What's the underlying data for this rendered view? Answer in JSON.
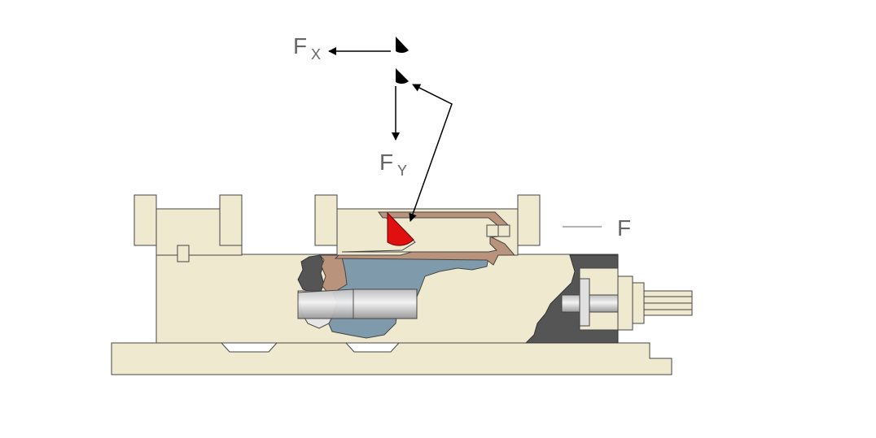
{
  "labels": {
    "fx_main": "F",
    "fx_sub": "X",
    "fy_main": "F",
    "fy_sub": "Y",
    "f_main": "F"
  },
  "colors": {
    "cream": "#efe9cf",
    "outline": "#444444",
    "steel_blue": "#7f9bab",
    "bronze": "#b9937c",
    "dark_gray": "#555555",
    "charcoal": "#333333",
    "shaft_gray": "#cfcfcf",
    "jaw_red": "#e01010",
    "label_gray": "#666666"
  }
}
